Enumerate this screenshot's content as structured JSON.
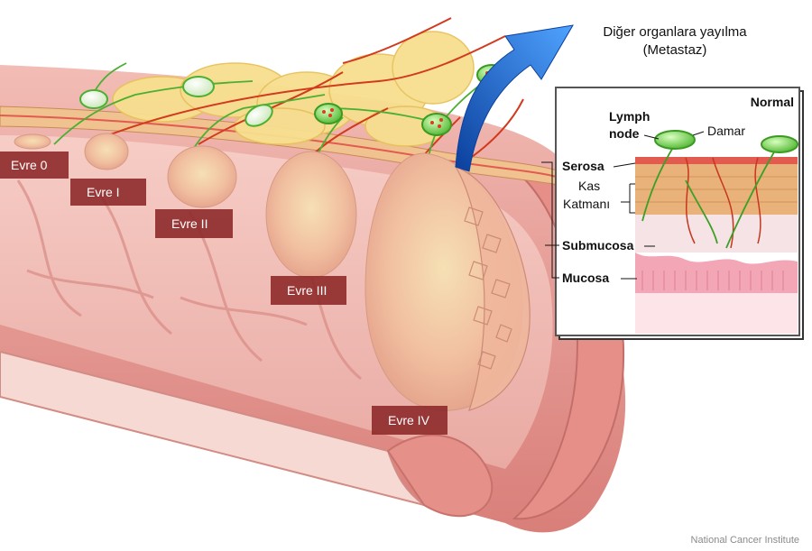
{
  "metastasis": {
    "line1": "Diğer organlara yayılma",
    "line2": "(Metastaz)"
  },
  "stages": [
    {
      "label": "Evre 0"
    },
    {
      "label": "Evre I"
    },
    {
      "label": "Evre II"
    },
    {
      "label": "Evre III"
    },
    {
      "label": "Evre IV"
    }
  ],
  "inset": {
    "title": "Normal",
    "lymph_line1": "Lymph",
    "lymph_line2": "node",
    "vessel": "Damar",
    "serosa": "Serosa",
    "muscle_line1": "Kas",
    "muscle_line2": "Katmanı",
    "submucosa": "Submucosa",
    "mucosa": "Mucosa"
  },
  "credit": "National Cancer Institute",
  "colors": {
    "stage_box": "#8e2a2a",
    "colon_wall": "#e9a7a2",
    "colon_inner": "#f3c4bd",
    "tumor": "#f3c3a6",
    "fat": "#f6dc8a",
    "lymph_node": "#7ed957",
    "vessel": "#d23a1e",
    "arrow": "#1f6fd6"
  }
}
